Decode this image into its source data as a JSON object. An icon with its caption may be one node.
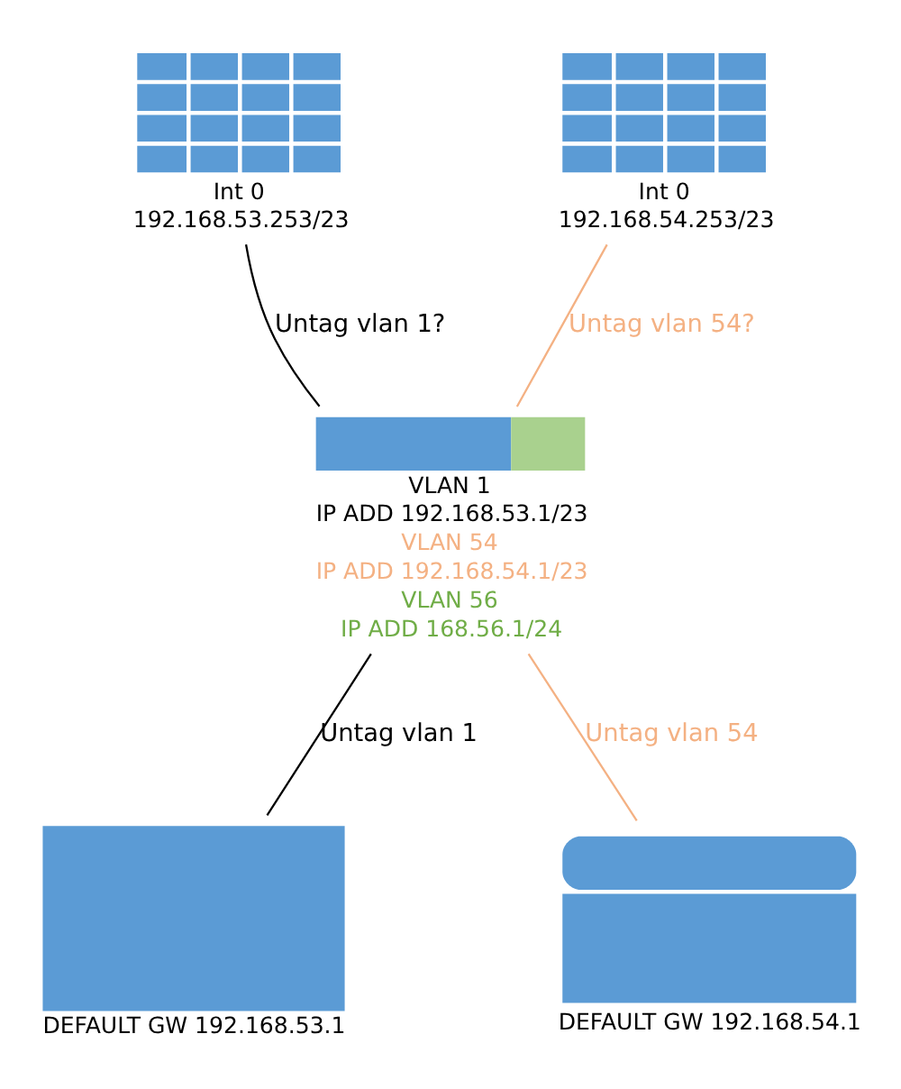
{
  "diagram": {
    "nodes": [
      {
        "text": [
          "Int 0",
          "192.168.53.253/23"
        ]
      },
      {
        "text": [
          "Int 0",
          "192.168.54.253/23"
        ]
      },
      {
        "text": [
          "VLAN 1",
          "IP ADD 192.168.53.1/23",
          "VLAN 54",
          "IP ADD 192.168.54.1/23",
          "VLAN 56",
          "IP ADD 168.56.1/24"
        ]
      },
      {
        "text": [
          "DEFAULT GW 192.168.53.1"
        ]
      },
      {
        "text": [
          "DEFAULT GW 192.168.54.1"
        ]
      }
    ],
    "edges": [
      {
        "from": 0,
        "to": 2,
        "arrow": "none",
        "label": "Untag vlan 1?"
      },
      {
        "from": 1,
        "to": 2,
        "arrow": "none",
        "label": "Untag vlan 54?",
        "color": "#f4b183"
      },
      {
        "from": 2,
        "to": 3,
        "arrow": "none",
        "label": "Untag vlan 1"
      },
      {
        "from": 2,
        "to": 4,
        "arrow": "none",
        "label": "Untag vlan 54",
        "color": "#f4b183"
      }
    ]
  }
}
